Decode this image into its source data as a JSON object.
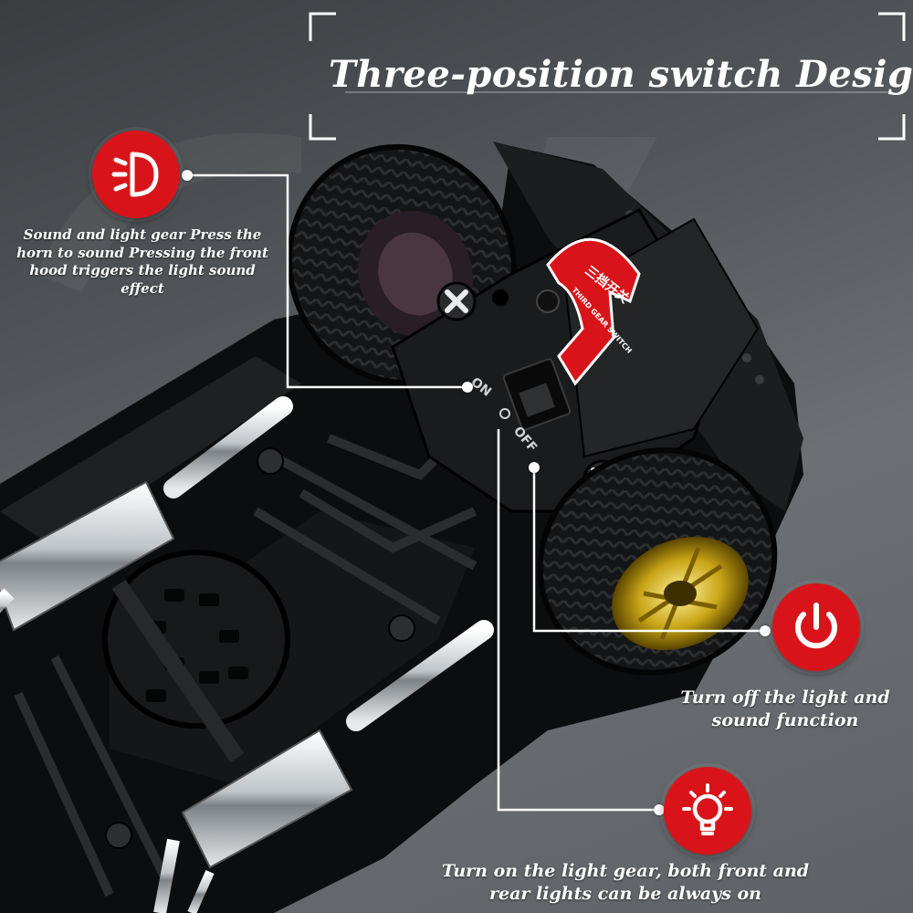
{
  "title": "Three-position switch Design",
  "features": {
    "sound_light": {
      "icon": "headlight-icon",
      "lines": [
        "Sound and light gear Press the",
        "horn to sound Pressing the front",
        "hood triggers the light sound effect"
      ]
    },
    "off": {
      "icon": "power-icon",
      "lines": [
        "Turn off the light and",
        "sound function"
      ]
    },
    "on": {
      "icon": "lightbulb-icon",
      "lines": [
        "Turn on the light gear, both front and",
        "rear lights can be always on"
      ]
    }
  },
  "switch_labels": {
    "on": "ON",
    "off": "OFF"
  },
  "sticker": {
    "cn": "三挡开关",
    "en": "THIRD GEAR SWITCH"
  },
  "colors": {
    "badge": "#d8141a",
    "accent_white": "#ffffff",
    "chassis": "#0d0f10",
    "chrome": "#d9dde0"
  }
}
